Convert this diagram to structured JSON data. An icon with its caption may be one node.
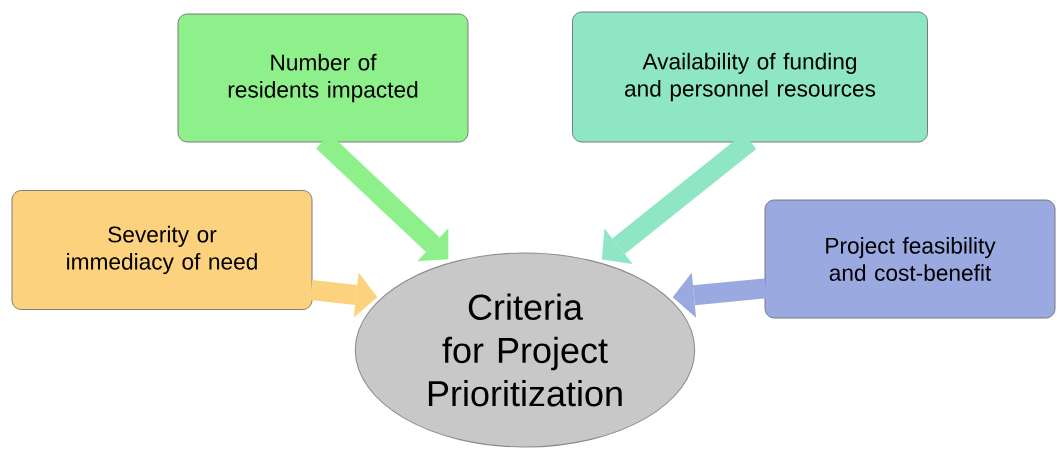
{
  "diagram": {
    "nodes": [
      {
        "text": [
          "Number of residents impacted"
        ]
      },
      {
        "text": [
          "Availability of funding and personnel resources"
        ]
      },
      {
        "text": [
          "Severity or immediacy of need"
        ]
      },
      {
        "text": [
          "Project feasibility and cost-benefit"
        ]
      },
      {
        "text": [
          "Criteria for Project Prioritization"
        ]
      }
    ],
    "edges": [
      {
        "from": 0,
        "to": 4,
        "arrow": "to",
        "color": "#8ef08a"
      },
      {
        "from": 1,
        "to": 4,
        "arrow": "to",
        "color": "#8ee6c4"
      },
      {
        "from": 2,
        "to": 4,
        "arrow": "to",
        "color": "#fcd27f"
      },
      {
        "from": 3,
        "to": 4,
        "arrow": "to",
        "color": "#9aa9e0"
      }
    ]
  }
}
